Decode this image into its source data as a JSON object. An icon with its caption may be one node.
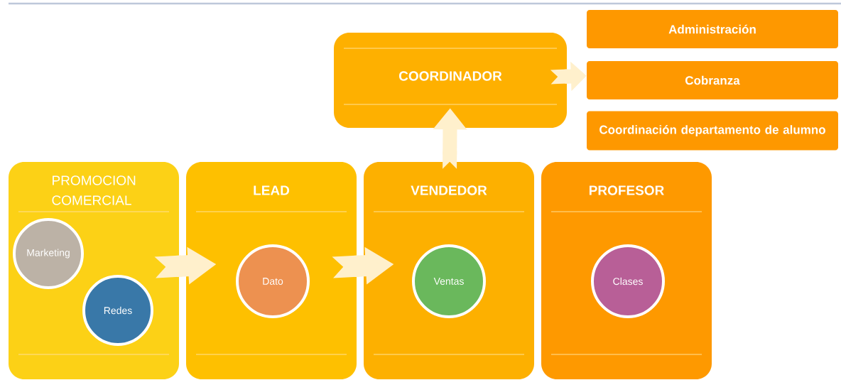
{
  "diagram": {
    "nodes": [
      {
        "text": [
          "COORDINADOR"
        ]
      },
      {
        "text": [
          "Administración"
        ]
      },
      {
        "text": [
          "Cobranza"
        ]
      },
      {
        "text": [
          "Coordinación departamento de alumno"
        ]
      },
      {
        "text": [
          "PROMOCION COMERCIAL"
        ]
      },
      {
        "text": [
          "Marketing"
        ],
        "in": 4
      },
      {
        "text": [
          "Redes"
        ],
        "in": 4
      },
      {
        "text": [
          "LEAD"
        ]
      },
      {
        "text": [
          "Dato"
        ],
        "in": 7
      },
      {
        "text": [
          "VENDEDOR"
        ]
      },
      {
        "text": [
          "Ventas"
        ],
        "in": 9
      },
      {
        "text": [
          "PROFESOR"
        ]
      },
      {
        "text": [
          "Clases"
        ],
        "in": 11
      }
    ],
    "edges": [
      {
        "from": 4,
        "to": 7,
        "arrow": "to"
      },
      {
        "from": 7,
        "to": 9,
        "arrow": "to"
      },
      {
        "from": 9,
        "to": 0,
        "arrow": "to"
      },
      {
        "from": 0,
        "to": 2,
        "arrow": "to"
      }
    ]
  }
}
